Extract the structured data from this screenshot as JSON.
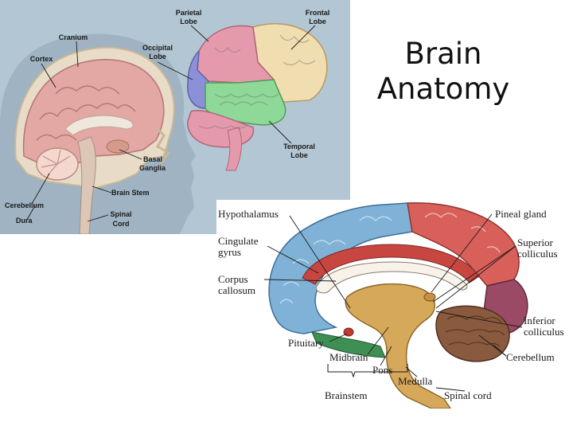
{
  "slide": {
    "title_line1": "Brain",
    "title_line2": "Anatomy"
  },
  "figure1": {
    "labels": {
      "parietal_line1": "Parietal",
      "parietal_line2": "Lobe",
      "frontal_line1": "Frontal",
      "frontal_line2": "Lobe",
      "cranium": "Cranium",
      "occipital_line1": "Occipital",
      "occipital_line2": "Lobe",
      "cortex": "Cortex",
      "temporal_line1": "Temporal",
      "temporal_line2": "Lobe",
      "basal_line1": "Basal",
      "basal_line2": "Ganglia",
      "brainstem": "Brain Stem",
      "cerebellum": "Cerebellum",
      "dura": "Dura",
      "spinal_line1": "Spinal",
      "spinal_line2": "Cord"
    }
  },
  "figure2": {
    "labels": {
      "hypothalamus": "Hypothalamus",
      "cingulate_line1": "Cingulate",
      "cingulate_line2": "gyrus",
      "corpus_line1": "Corpus",
      "corpus_line2": "callosum",
      "pineal": "Pineal gland",
      "superior_line1": "Superior",
      "superior_line2": "colliculus",
      "inferior_line1": "Inferior",
      "inferior_line2": "colliculus",
      "pituitary": "Pituitary",
      "cerebellum": "Cerebellum",
      "midbrain": "Midbrain",
      "pons": "Pons",
      "medulla": "Medulla",
      "brainstem": "Brainstem",
      "spinal": "Spinal cord"
    }
  },
  "colors": {
    "fig1_background": "#b3c6d3",
    "frontal": "#f0ddb0",
    "parietal": "#e59aac",
    "occipital": "#8c90d8",
    "temporal": "#8ed898",
    "cerebellum_lateral": "#e59aac",
    "cortex_sagittal": "#e3a8a4",
    "fig2_blue_cortex": "#7fb2d6",
    "fig2_red_cortex": "#d9605a",
    "fig2_maroon": "#9a4a64",
    "fig2_green": "#3f8f55",
    "fig2_brainstem": "#d6a85a",
    "fig2_cerebellum": "#8a5a3e"
  }
}
